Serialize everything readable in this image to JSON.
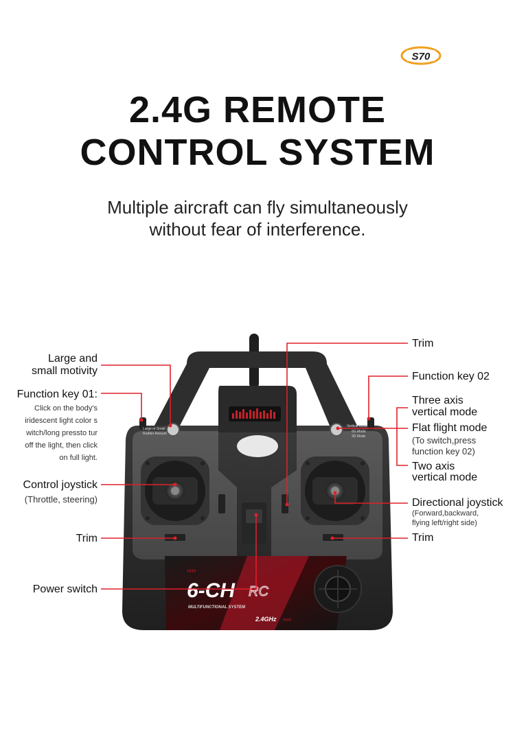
{
  "brand": {
    "logo_text": "S70"
  },
  "heading": {
    "line1": "2.4G REMOTE",
    "line2": "CONTROL SYSTEM"
  },
  "subheading": {
    "line1": "Multiple aircraft can fly simultaneously",
    "line2": "without fear of interference."
  },
  "callouts_left": {
    "motivity_l1": "Large and",
    "motivity_l2": "small motivity",
    "fkey01": "Function key 01:",
    "fkey01_d1": "Click on the body's",
    "fkey01_d2": "iridescent light color s",
    "fkey01_d3": "witch/long pressto tur",
    "fkey01_d4": "off the light, then click",
    "fkey01_d5": "on full light.",
    "joystick": "Control joystick",
    "joystick_sub": "(Throttle, steering)",
    "trim": "Trim",
    "power": "Power switch"
  },
  "callouts_right": {
    "trim_top": "Trim",
    "fkey02": "Function key 02",
    "three_axis_l1": "Three axis",
    "three_axis_l2": "vertical mode",
    "flat_l1": "Flat flight mode",
    "flat_l2": "(To switch,press",
    "flat_l3": "function key 02)",
    "two_axis_l1": "Two axis",
    "two_axis_l2": "vertical mode",
    "dir_joystick": "Directional joystick",
    "dir_sub1": "(Forward,backward,",
    "dir_sub2": "flying left/right side)",
    "trim_bottom": "Trim"
  },
  "device": {
    "left_switch_l1": "Large or Small",
    "left_switch_l2": "Rudder Amount",
    "right_switch_l1": "Vertical Mode",
    "right_switch_l2": "6G Mode",
    "right_switch_l3": "3D Mode",
    "badge_main": "6-CH",
    "badge_rc": "RC",
    "badge_sub": "MULTIFUNCTIONAL SYSTEM",
    "badge_freq": "2.4GHz"
  },
  "colors": {
    "accent": "#e0202a",
    "body": "#2b2b2b",
    "panel": "#4a4a4a",
    "logo_orange": "#f0a020"
  }
}
